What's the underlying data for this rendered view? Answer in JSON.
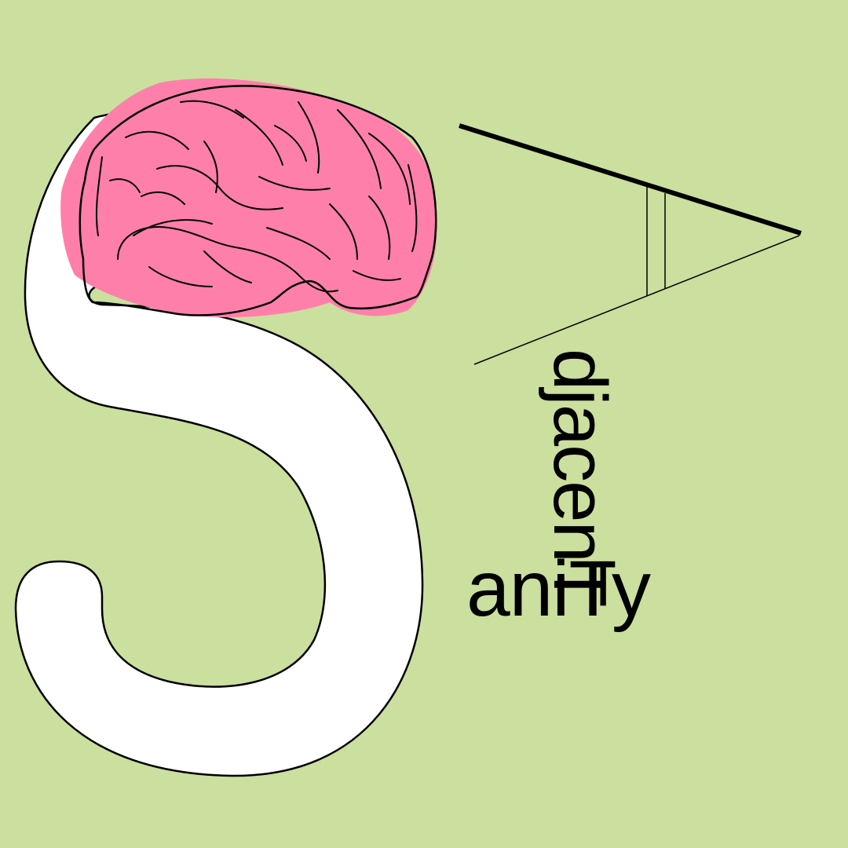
{
  "poster": {
    "background_color": "#cbdf9e",
    "word_main": "aniTy",
    "word_vertical": "djacenT",
    "big_letter_fill": "#ffffff",
    "brain_fill": "#ff7fab",
    "ink_color": "#000000",
    "icons": [
      "letter-s-shape",
      "brain-icon",
      "angle-symbol"
    ]
  }
}
